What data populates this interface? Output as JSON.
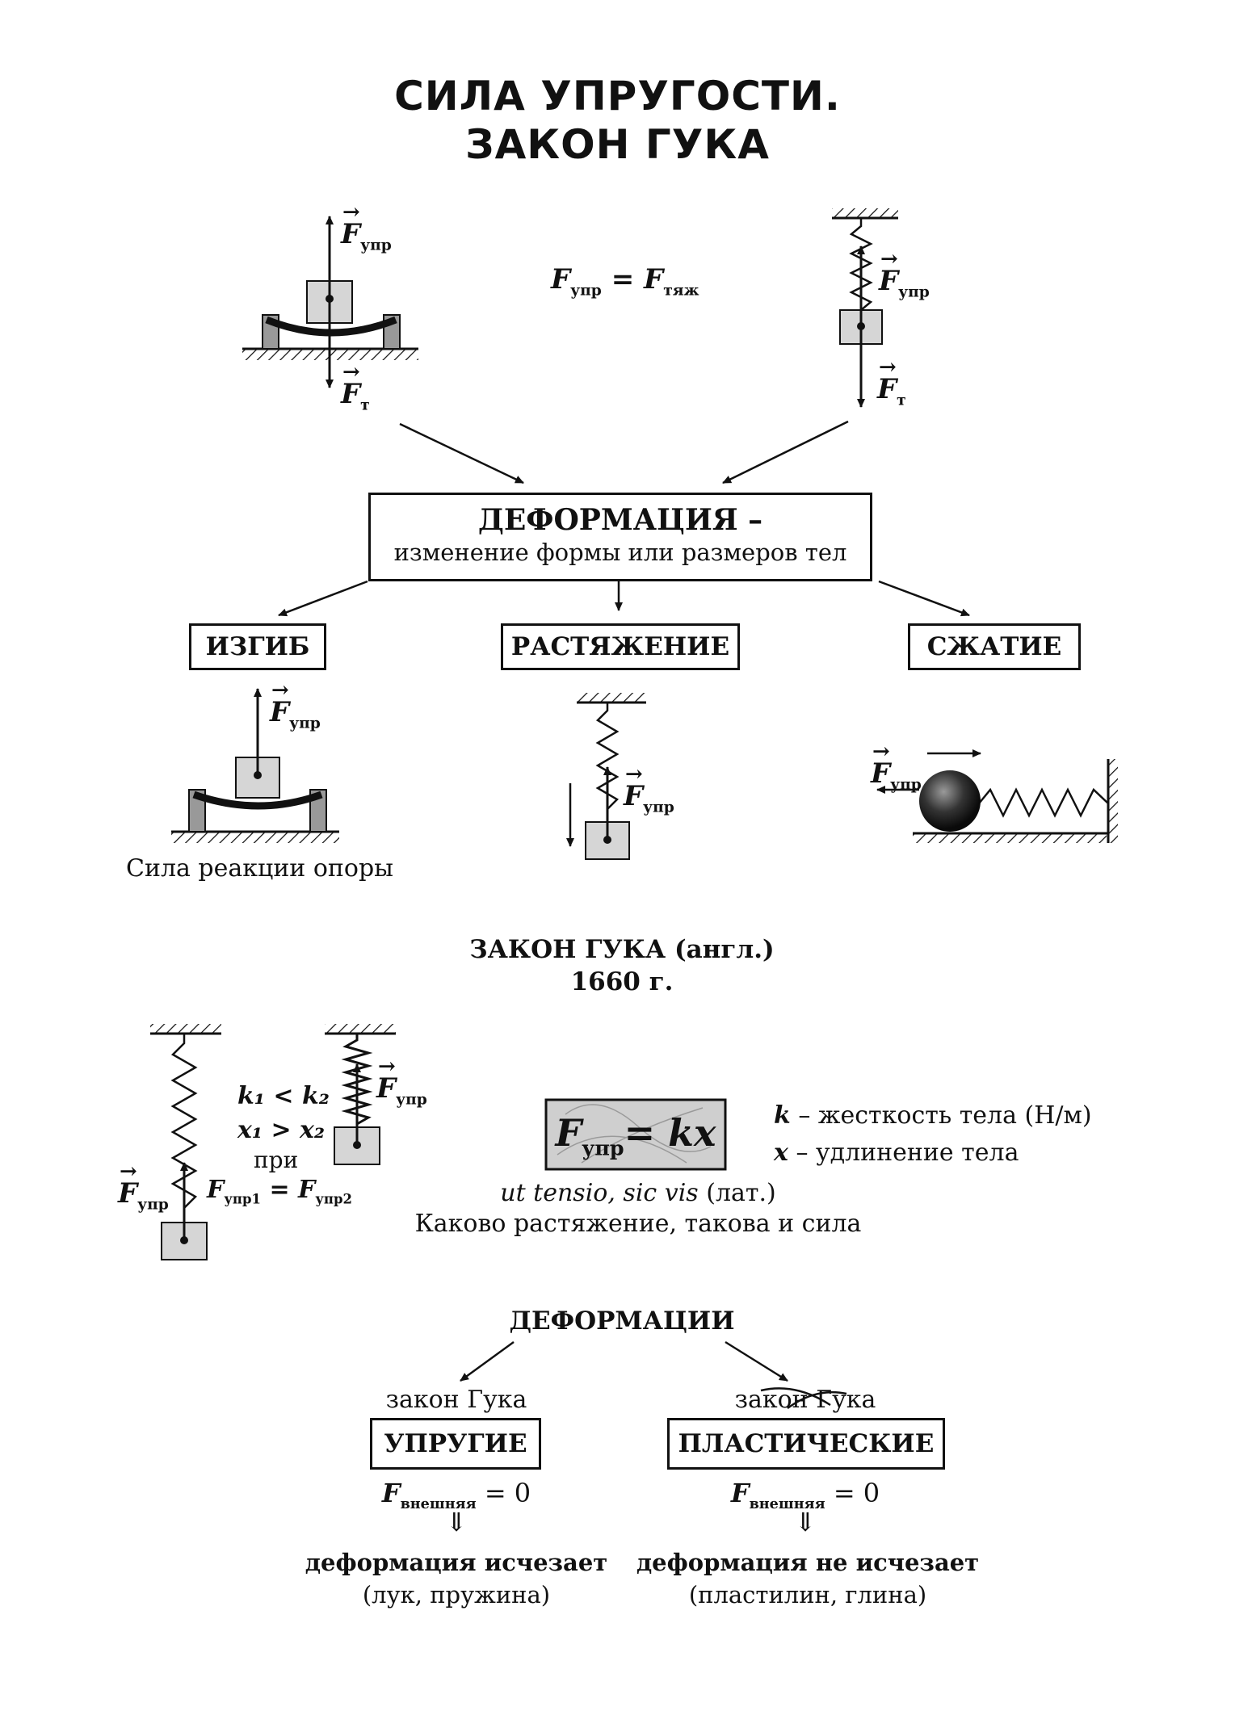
{
  "title": {
    "line1": "СИЛА УПРУГОСТИ.",
    "line2": "ЗАКОН ГУКА"
  },
  "top": {
    "equality": {
      "left": "F",
      "left_sub": "упр",
      "eq": "=",
      "right": "F",
      "right_sub": "тяж"
    },
    "left_fig": {
      "up_label": "F",
      "up_sub": "упр",
      "down_label": "F",
      "down_sub": "т"
    },
    "right_fig": {
      "up_label": "F",
      "up_sub": "упр",
      "down_label": "F",
      "down_sub": "т"
    }
  },
  "deformation_box": {
    "heading": "ДЕФОРМАЦИЯ –",
    "definition": "изменение формы или размеров тел"
  },
  "types": {
    "bend": "ИЗГИБ",
    "stretch": "РАСТЯЖЕНИЕ",
    "compress": "СЖАТИЕ",
    "bend_caption": "Сила реакции опоры",
    "force_label": "F",
    "force_sub": "упр"
  },
  "hooke": {
    "heading": "ЗАКОН ГУКА (англ.)",
    "year": "1660 г.",
    "k_rel": "k₁ < k₂",
    "x_rel": "x₁ > x₂",
    "when": "при",
    "f_eq": "F",
    "f_eq_sub1": "упр1",
    "f_eq_mid": "= F",
    "f_eq_sub2": "упр2",
    "formula_left": "F",
    "formula_sub": "упр",
    "formula_right": "= kx",
    "k_def_sym": "k",
    "k_def": "– жесткость тела (Н/м)",
    "x_def_sym": "x",
    "x_def": "– удлинение тела",
    "latin": "ut tensio, sic vis",
    "latin_note": "(лат.)",
    "translation": "Каково растяжение, такова и сила"
  },
  "deformations": {
    "heading": "ДЕФОРМАЦИИ",
    "elastic": {
      "law": "закон Гука",
      "label": "УПРУГИЕ",
      "cond": "F",
      "cond_sub": "внешняя",
      "cond_eq": "= 0",
      "implies": "⇓",
      "result": "деформация исчезает",
      "examples": "(лук, пружина)"
    },
    "plastic": {
      "law": "закон Гука",
      "label": "ПЛАСТИЧЕСКИЕ",
      "cond": "F",
      "cond_sub": "внешняя",
      "cond_eq": "= 0",
      "implies": "⇓",
      "result": "деформация не исчезает",
      "examples": "(пластилин, глина)"
    }
  }
}
